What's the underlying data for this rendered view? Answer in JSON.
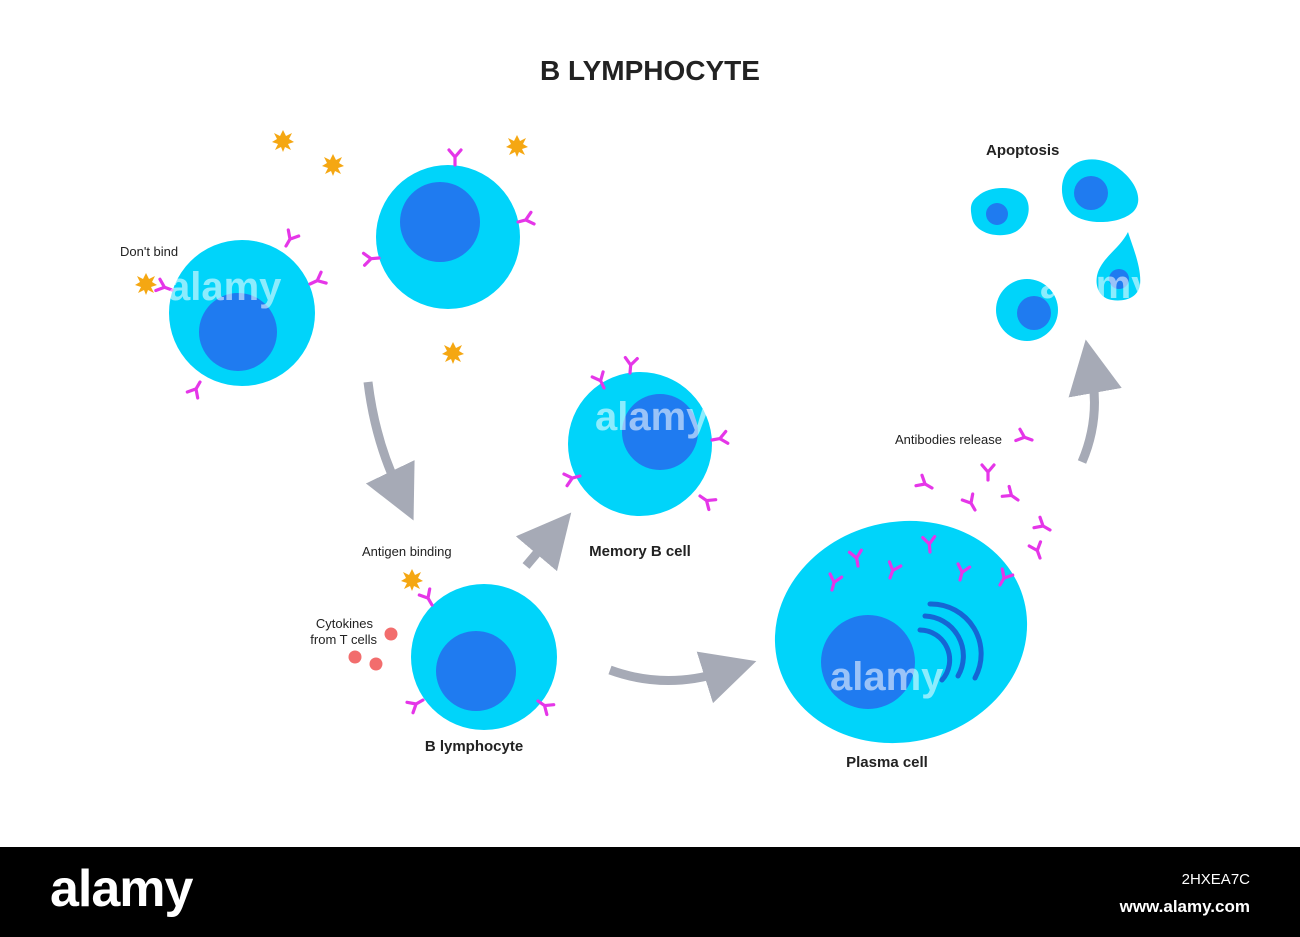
{
  "title": "B LYMPHOCYTE",
  "labels": {
    "dont_bind": "Don't bind",
    "antigen_binding": "Antigen binding",
    "cytokines_line1": "Cytokines",
    "cytokines_line2": "from T cells",
    "b_lymphocyte": "B lymphocyte",
    "memory_b_cell": "Memory B cell",
    "plasma_cell": "Plasma cell",
    "antibodies_release": "Antibodies release",
    "apoptosis": "Apoptosis"
  },
  "watermark": "alamy",
  "footer": {
    "logo": "alamy",
    "image_id": "2HXEA7C",
    "url": "www.alamy.com"
  },
  "colors": {
    "cell_membrane": "#00d4fa",
    "nucleus": "#1f7bf0",
    "antibody": "#e536e8",
    "antigen": "#f5a712",
    "cytokine": "#f26d6d",
    "arrow": "#a6aab6",
    "er": "#1566d4"
  }
}
